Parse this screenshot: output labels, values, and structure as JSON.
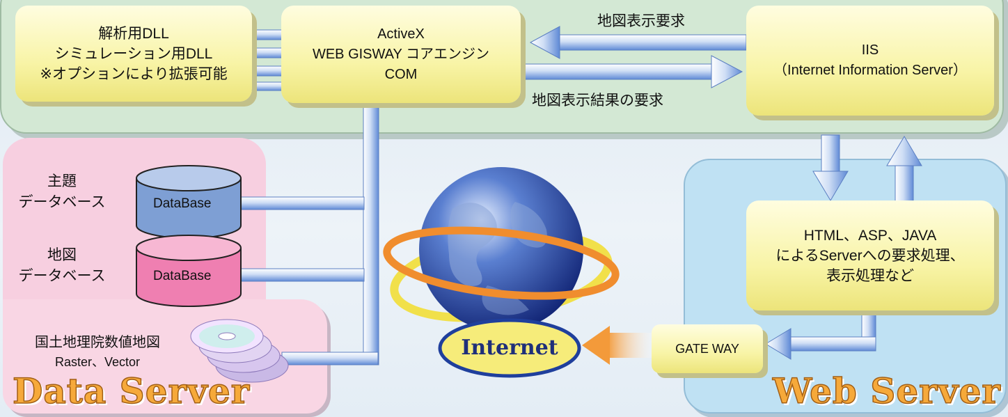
{
  "dll_box": {
    "line1": "解析用DLL",
    "line2": "シミュレーション用DLL",
    "line3": "※オプションにより拡張可能"
  },
  "activex_box": {
    "line1": "ActiveX",
    "line2": "WEB GISWAY コアエンジン",
    "line3": "COM"
  },
  "iis_box": {
    "line1": "IIS",
    "line2": "（Internet Information Server）"
  },
  "html_box": {
    "line1": "HTML、ASP、JAVA",
    "line2": "によるServerへの要求処理、",
    "line3": "表示処理など"
  },
  "arrows": {
    "map_request": "地図表示要求",
    "map_result_request": "地図表示結果の要求"
  },
  "databases": [
    {
      "label_line1": "主題",
      "label_line2": "データベース",
      "cylinder_label": "DataBase",
      "color": "#7e9fd4"
    },
    {
      "label_line1": "地図",
      "label_line2": "データベース",
      "cylinder_label": "DataBase",
      "color": "#ef7fb1"
    }
  ],
  "disc_source": {
    "line1": "国土地理院数値地図",
    "line2": "Raster、Vector"
  },
  "internet": {
    "label": "Internet"
  },
  "gateway": {
    "label": "GATE WAY"
  },
  "regions": {
    "data_server": "Data Server",
    "web_server": "Web Server"
  },
  "colors": {
    "top_panel": "#d3e8d4",
    "data_panel": "#f7cfe0",
    "web_panel": "#bfe1f3",
    "box_yellow": "#f8f4a6",
    "pipe_blue": "#6f98dc",
    "title_orange": "#f6a93a"
  }
}
